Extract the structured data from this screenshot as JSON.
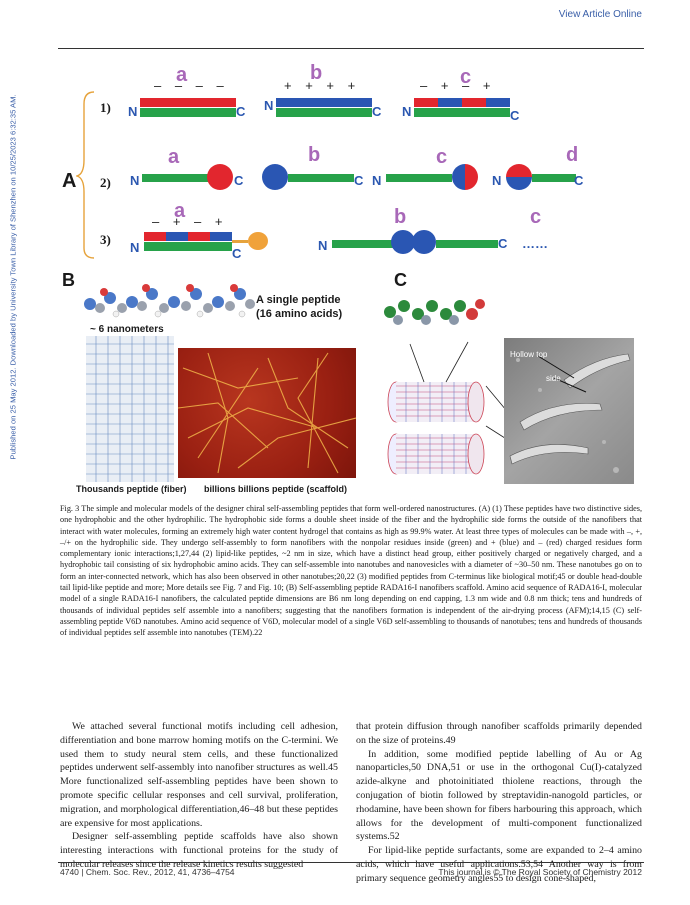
{
  "header": {
    "view_online": "View Article Online"
  },
  "side_note": "Published on 25 May 2012. Downloaded by University Town Library of Shenzhen on 10/25/2023 6:32:35 AM.",
  "figure": {
    "panel_a": "A",
    "panel_b": "B",
    "panel_c": "C",
    "rows": [
      "1)",
      "2)",
      "3)"
    ],
    "letters": {
      "a": "a",
      "b": "b",
      "c": "c",
      "d": "d"
    },
    "n": "N",
    "c_term": "C",
    "charges_a": "– – – –",
    "charges_b": "+ + + +",
    "charges_c": "– + – +",
    "charges_3a": "– + – +",
    "ellipsis": "……",
    "single_peptide": "A single peptide",
    "amino_acids": "(16 amino acids)",
    "six_nm": "~ 6 nanometers",
    "thousands": "Thousands peptide (fiber)",
    "billions": "billions billions peptide (scaffold)",
    "hollow_top": "Hollow top",
    "side": "side"
  },
  "caption": "Fig. 3  The simple and molecular models of the designer chiral self-assembling peptides that form well-ordered nanostructures. (A) (1) These peptides have two distinctive sides, one hydrophobic and the other hydrophilic. The hydrophobic side forms a double sheet inside of the fiber and the hydrophilic side forms the outside of the nanofibers that interact with water molecules, forming an extremely high water content hydrogel that contains as high as 99.9% water. At least three types of molecules can be made with –, +, –/+ on the hydrophilic side. They undergo self-assembly to form nanofibers with the nonpolar residues inside (green) and + (blue) and – (red) charged residues form complementary ionic interactions;1,27,44 (2) lipid-like peptides, ~2 nm in size, which have a distinct head group, either positively charged or negatively charged, and a hydrophobic tail consisting of six hydrophobic amino acids. They can self-assemble into nanotubes and nanovesicles with a diameter of ~30–50 nm. These nanotubes go on to form an inter-connected network, which has also been observed in other nanotubes;20,22 (3) modified peptides from C-terminus like biological motif;45 or double head-double tail lipid-like peptide and more; More details see Fig. 7 and Fig. 10; (B) Self-assembling peptide RADA16-I nanofibers scaffold. Amino acid sequence of RADA16-I, molecular model of a single RADA16-I nanofibers, the calculated peptide dimensions are B6 nm long depending on end capping, 1.3 nm wide and 0.8 nm thick; tens and hundreds of thousands of individual peptides self assemble into a nanofibers; suggesting that the nanofibers formation is independent of the air-drying process (AFM);14,15 (C) self-assembling peptide V6D nanotubes. Amino acid sequence of V6D, molecular model of a single V6D self-assembling to thousands of nanotubes; tens and hundreds of thousands of individual peptides self assemble into nanotubes (TEM).22",
  "col_left": [
    "We attached several functional motifs including cell adhesion, differentiation and bone marrow homing motifs on the C-termini. We used them to study neural stem cells, and these functionalized peptides underwent self-assembly into nanofiber structures as well.45 More functionalized self-assembling peptides have been shown to promote specific cellular responses and cell survival, proliferation, migration, and morphological differentiation,46–48 but these peptides are expensive for most applications.",
    "Designer self-assembling peptide scaffolds have also shown interesting interactions with functional proteins for the study of molecular releases since the release kinetics results suggested"
  ],
  "col_right": [
    "that protein diffusion through nanofiber scaffolds primarily depended on the size of proteins.49",
    "In addition, some modified peptide labelling of Au or Ag nanoparticles,50 DNA,51 or use in the orthogonal Cu(I)-catalyzed azide-alkyne and photoinitiated thiolene reactions, through the conjugation of biotin followed by streptavidin-nanogold particles, or rhodamine, have been shown for fibers harbouring this approach, which allows for the development of multi-component functionalized systems.52",
    "For lipid-like peptide surfactants, some are expanded to 2–4 amino acids, which have useful applications.53,54 Another way is from primary sequence geometry angles55 to design cone-shaped,"
  ],
  "footer": {
    "left": "4740 | Chem. Soc. Rev., 2012, 41, 4736–4754",
    "right": "This journal is © The Royal Society of Chemistry 2012"
  },
  "colors": {
    "green": "#27a24a",
    "red": "#e2262e",
    "blue": "#2a56b3",
    "purple": "#a868b8",
    "link": "#3a5fa8"
  }
}
